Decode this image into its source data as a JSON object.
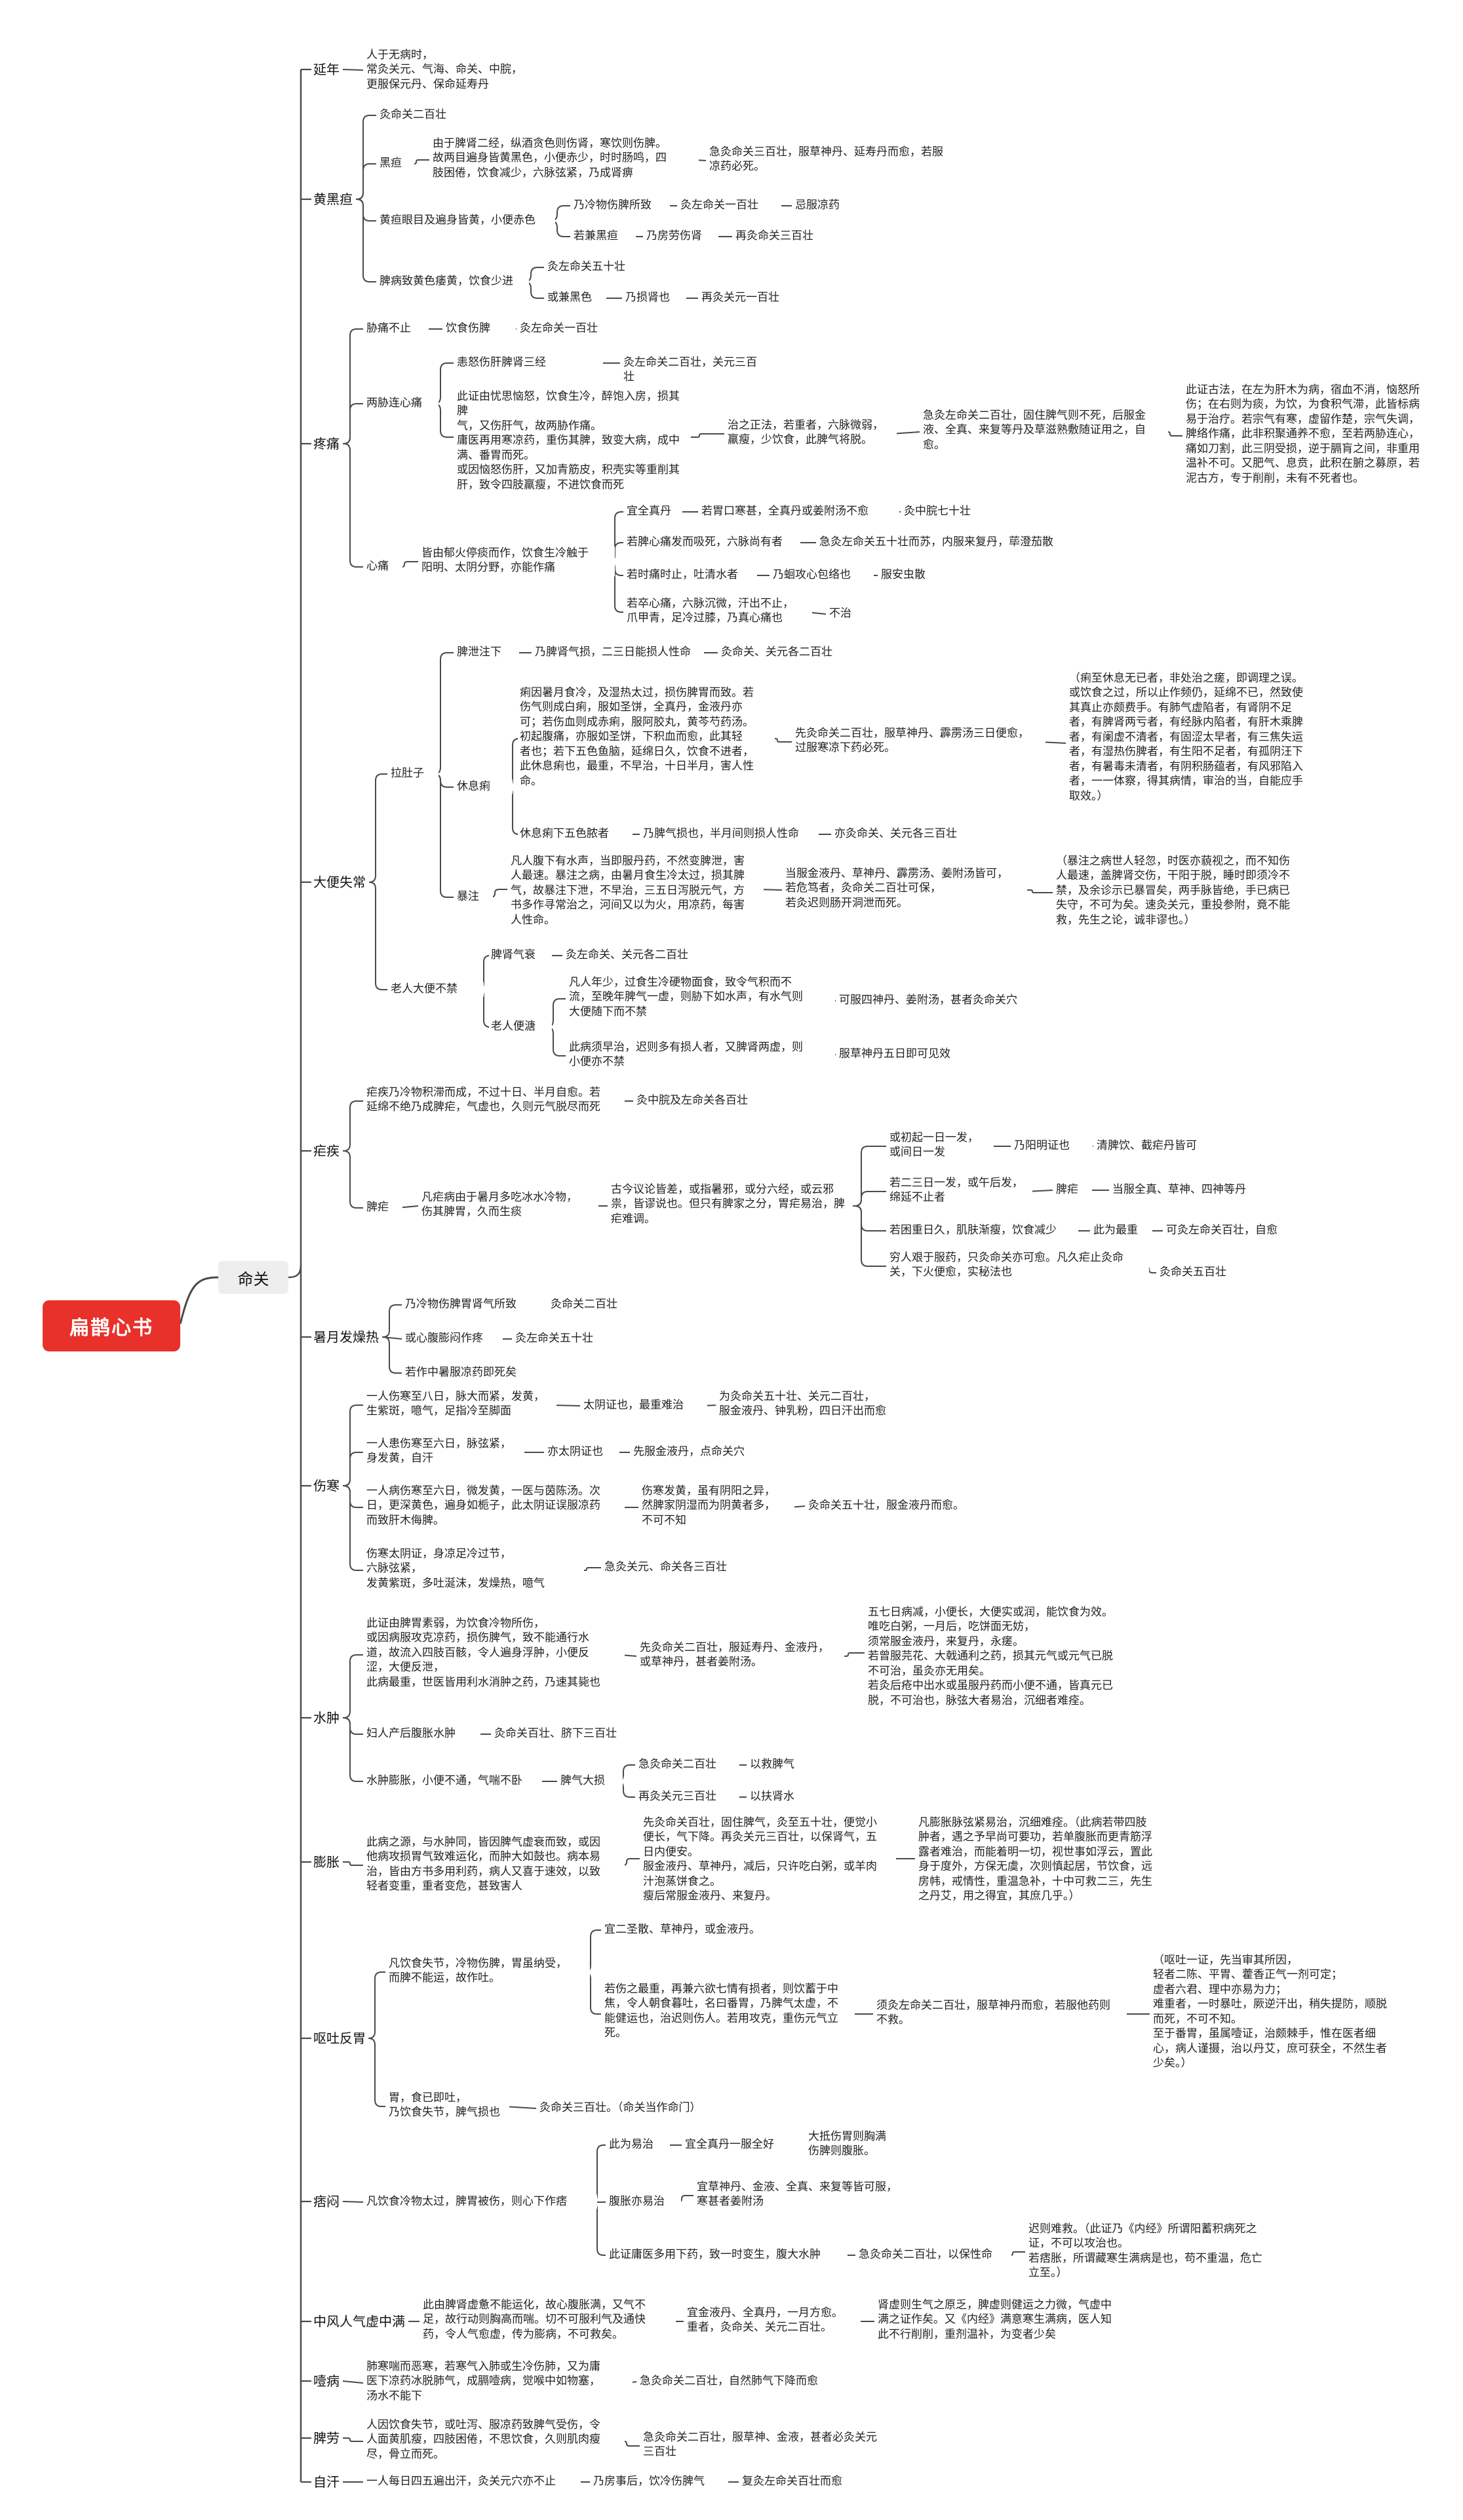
{
  "root": {
    "label": "扁鹊心书"
  },
  "main": {
    "label": "命关"
  },
  "categories": [
    {
      "id": "c1",
      "label": "延年"
    },
    {
      "id": "c2",
      "label": "黄黑疸"
    },
    {
      "id": "c3",
      "label": "疼痛"
    },
    {
      "id": "c4",
      "label": "大便失常"
    },
    {
      "id": "c5",
      "label": "疟疾"
    },
    {
      "id": "c6",
      "label": "暑月发燥热"
    },
    {
      "id": "c7",
      "label": "伤寒"
    },
    {
      "id": "c8",
      "label": "水肿"
    },
    {
      "id": "c9",
      "label": "膨胀"
    },
    {
      "id": "c10",
      "label": "呕吐反胃"
    },
    {
      "id": "c11",
      "label": "痞闷"
    },
    {
      "id": "c12",
      "label": "中风人气虚中满"
    },
    {
      "id": "c13",
      "label": "噎病"
    },
    {
      "id": "c14",
      "label": "脾劳"
    },
    {
      "id": "c15",
      "label": "自汗"
    }
  ],
  "nodes": {
    "n_1": "人于无病时，\n常灸关元、气海、命关、中脘，\n更服保元丹、保命延寿丹",
    "n_2": "灸命关二百壮",
    "n_3": "黑疸",
    "n_4": "由于脾肾二经，纵酒贪色则伤肾，寒饮则伤脾。\n故两目遍身皆黄黑色，小便赤少，时时肠鸣，四\n肢困倦，饮食减少，六脉弦紧，乃成肾痹",
    "n_5": "急灸命关三百壮，服草神丹、延寿丹而愈，若服\n凉药必死。",
    "n_6": "黄疸眼目及遍身皆黄，小便赤色",
    "n_7": "乃冷物伤脾所致",
    "n_8": "灸左命关一百壮",
    "n_9": "忌服凉药",
    "n_10": "若兼黑疸",
    "n_11": "乃房劳伤肾",
    "n_12": "再灸命关三百壮",
    "n_13": "脾病致黄色痿黄，饮食少进",
    "n_14": "灸左命关五十壮",
    "n_15": "或兼黑色",
    "n_16": "乃损肾也",
    "n_17": "再灸关元一百壮",
    "n_18": "胁痛不止",
    "n_19": "饮食伤脾",
    "n_20": "灸左命关一百壮",
    "n_21": "两胁连心痛",
    "n_22": "恚怒伤肝脾肾三经",
    "n_23": "灸左命关二百壮，关元三百壮",
    "n_24": "此证由忧思恼怒，饮食生冷，醉饱入房，损其脾\n气，又伤肝气，故两胁作痛。\n庸医再用寒凉药，重伤其脾，致变大病，成中\n满、番胃而死。\n或因恼怒伤肝，又加青筋皮，积壳实等重削其\n肝，致令四肢羸瘦，不进饮食而死",
    "n_25": "治之正法，若重者，六脉微弱，\n羸瘦，少饮食，此脾气将脱。",
    "n_26": "急灸左命关二百壮，固住脾气则不死，后服金\n液、全真、来复等丹及草滋熟敷随证用之，自\n愈。",
    "n_27": "此证古法，在左为肝木为病，宿血不消，恼怒所\n伤；在右则为痰，为饮，为食积气滞，此皆标病\n易于治疗。若宗气有寒，虚留作楚，宗气失调，\n脾络作痛，此非积聚通养不愈，至若两胁连心，\n痛如刀割，此三阴受损，逆于膈肓之间，非重用\n温补不可。又肥气、息贲，此积在腑之募原，若\n泥古方，专于削削，未有不死者也。",
    "n_28": "心痛",
    "n_29": "皆由郁火停痰而作，饮食生冷触于\n阳明、太阴分野，亦能作痛",
    "n_30": "宜全真丹",
    "n_31": "若胃口寒甚，全真丹或姜附汤不愈",
    "n_32": "灸中脘七十壮",
    "n_33": "若脾心痛发而吸死，六脉尚有者",
    "n_34": "急灸左命关五十壮而苏，内服来复丹，荜澄茄散",
    "n_35": "若时痛时止，吐清水者",
    "n_36": "乃蛔攻心包络也",
    "n_37": "服安虫散",
    "n_38": "若卒心痛，六脉沉微，汗出不止，\n爪甲青，足冷过膝，乃真心痛也",
    "n_39": "不治",
    "n_40": "拉肚子",
    "n_41": "脾泄注下",
    "n_42": "乃脾肾气损，二三日能损人性命",
    "n_43": "灸命关、关元各二百壮",
    "n_44": "休息痢",
    "n_45": "痢因暑月食冷，及湿热太过，损伤脾胃而致。若\n伤气则成白痢，服如圣饼，全真丹，金液丹亦\n可；若伤血则成赤痢，服阿胶丸，黄芩芍药汤。\n初起腹痛，亦服如圣饼，下积血而愈，此其轻\n者也；若下五色鱼脑，延绵日久，饮食不进者，\n此休息痢也，最重，不早治，十日半月，害人性\n命。",
    "n_46": "先灸命关二百壮，服草神丹、霹雳汤三日便愈，\n过服寒凉下药必死。",
    "n_47": "（痢至休息无已者，非处治之瘥，即调理之误。\n或饮食之过，所以止作频仍，延绵不已，然致使\n其真止亦颇费手。有肺气虚陷者，有肾阴不足\n者，有脾肾两亏者，有经脉内陷者，有肝木乘脾\n者，有阑虚不清者，有固涩太早者，有三焦失运\n者，有湿热伤脾者，有生阳不足者，有孤阴汪下\n者，有暑毒未清者，有阴积肠蕴者，有风邪陷入\n者，一一体察，得其病情，审治的当，自能应手\n取效。）",
    "n_48": "休息痢下五色脓者",
    "n_49": "乃脾气损也，半月间则损人性命",
    "n_50": "亦灸命关、关元各三百壮",
    "n_51": "暴注",
    "n_52": "凡人腹下有水声，当即服丹药，不然变脾泄，害\n人最速。暴注之病，由暑月食生冷太过，损其脾\n气，故暴注下泄，不早治，三五日泻脱元气，方\n书多作寻常治之，河间又以为火，用凉药，每害\n人性命。",
    "n_53": "当服金液丹、草神丹、霹雳汤、姜附汤皆可，\n若危笃者，灸命关二百壮可保，\n若灸迟则肠开洞泄而死。",
    "n_54": "（暴注之病世人轻忽，时医亦藐视之，而不知伤\n人最速，盖脾肾交伤，干阳于脱，睡时即须冷不\n禁，及余诊示已暴冒矣，两手脉皆绝，手已病已\n失守，不可为矣。速灸关元，重投参附，竟不能\n救，先生之论，诚非谬也。）",
    "n_55": "老人大便不禁",
    "n_56": "脾肾气衰",
    "n_57": "灸左命关、关元各二百壮",
    "n_58": "老人便溏",
    "n_59": "凡人年少，过食生冷硬物面食，致令气积而不\n流，至晚年脾气一虚，则胁下如水声，有水气则\n大便随下而不禁",
    "n_60": "可服四神丹、姜附汤，甚者灸命关穴",
    "n_61": "此病须早治，迟则多有损人者，又脾肾两虚，则\n小便亦不禁",
    "n_62": "服草神丹五日即可见效",
    "n_63": "疟疾乃冷物积滞而成，不过十日、半月自愈。若\n延绵不绝乃成脾疟，气虚也，久则元气脱尽而死",
    "n_64": "灸中脘及左命关各百壮",
    "n_65": "脾疟",
    "n_66": "凡疟病由于暑月多吃冰水冷物，\n伤其脾胃，久而生痰",
    "n_67": "古今议论皆差，或指暑邪，或分六经，或云邪\n祟，皆谬说也。但只有脾家之分，胃疟易治，脾\n疟难调。",
    "n_68": "或初起一日一发，\n或间日一发",
    "n_69": "乃阳明证也",
    "n_70": "清脾饮、截疟丹皆可",
    "n_71": "若二三日一发，或午后发，\n绵延不止者",
    "n_72": "脾疟",
    "n_73": "当服全真、草神、四神等丹",
    "n_74": "若困重日久，肌肤渐瘦，饮食减少",
    "n_75": "此为最重",
    "n_76": "可灸左命关百壮，自愈",
    "n_77": "穷人艰于服药，只灸命关亦可愈。凡久疟止灸命\n关，下火便愈，实秘法也",
    "n_78": "灸命关五百壮",
    "n_79": "乃冷物伤脾胃肾气所致",
    "n_80": "灸命关二百壮",
    "n_81": "或心腹膨闷作疼",
    "n_82": "灸左命关五十壮",
    "n_83": "若作中暑服凉药即死矣",
    "n_84": "一人伤寒至八日，脉大而紧，发黄，\n生紫斑，噫气，足指冷至脚面",
    "n_85": "太阴证也，最重难治",
    "n_86": "为灸命关五十壮、关元二百壮，\n服金液丹、钟乳粉，四日汗出而愈",
    "n_87": "一人患伤寒至六日，脉弦紧，\n身发黄，自汗",
    "n_88": "亦太阴证也",
    "n_89": "先服金液丹，点命关穴",
    "n_90": "一人病伤寒至六日，微发黄，一医与茵陈汤。次\n日，更深黄色，遍身如栀子，此太阴证误服凉药\n而致肝木侮脾。",
    "n_91": "伤寒发黄，虽有阴阳之异，\n然脾家阴湿而为阴黄者多，\n不可不知",
    "n_92": "灸命关五十壮，服金液丹而愈。",
    "n_93": "伤寒太阴证，身凉足冷过节，\n六脉弦紧，\n发黄紫斑，多吐涎沫，发燥热，噫气",
    "n_94": "急灸关元、命关各三百壮",
    "n_95": "此证由脾胃素弱，为饮食冷物所伤，\n或因病服攻克凉药，损伤脾气，致不能通行水\n道，故流入四肢百骸，令人遍身浮肿，小便反\n涩，大便反泄，\n此病最重，世医皆用利水消肿之药，乃速其毙也",
    "n_96": "先灸命关二百壮，服延寿丹、金液丹，\n或草神丹，甚者姜附汤。",
    "n_97": "五七日病减，小便长，大便实或润，能饮食为效。\n唯吃白粥，一月后，吃饼面无妨，\n须常服金液丹，来复丹，永瘥。\n若曾服芫花、大戟通利之药，损其元气或元气已脱\n不可治，虽灸亦无用矣。\n若灸后疮中出水或虽服丹药而小便不通，皆真元已\n脱，不可治也，脉弦大者易治，沉细者难痊。",
    "n_98": "妇人产后腹胀水肿",
    "n_99": "灸命关百壮、脐下三百壮",
    "n_100": "水肿膨胀，小便不通，气喘不卧",
    "n_101": "脾气大损",
    "n_102": "急灸命关二百壮",
    "n_103": "以救脾气",
    "n_104": "再灸关元三百壮",
    "n_105": "以扶肾水",
    "n_106": "此病之源，与水肿同，皆因脾气虚衰而致，或因\n他病攻损胃气致难运化，而肿大如鼓也。病本易\n治，皆由方书多用利药，病人又喜于速效，以致\n轻者变重，重者变危，甚致害人",
    "n_107": "先灸命关百壮，固住脾气，灸至五十壮，便觉小\n便长，气下降。再灸关元三百壮，以保肾气，五\n日内便安。\n服金液丹、草神丹，减后，只许吃白粥，或羊肉\n汁泡蒸饼食之。\n瘦后常服金液丹、来复丹。",
    "n_108": "凡膨胀脉弦紧易治，沉细难痊。（此病若带四肢\n肿者，遇之予早尚可要功，若单腹胀而更青筋浮\n露者难治，而能着明一切，视世事如浮云，置此\n身于度外，方保无虞，次则慎起居，节饮食，远\n房帏，戒情性，重温急补，十中可救二三，先生\n之丹艾，用之得宜，其庶几乎。）",
    "n_109": "凡饮食失节，冷物伤脾，胃虽纳受，\n而脾不能运，故作吐。",
    "n_110": "宜二圣散、草神丹，或金液丹。",
    "n_111": "若伤之最重，再兼六欲七情有损者，则饮蓄于中\n焦，令人朝食暮吐，名曰番胃，乃脾气太虚，不\n能健运也，治迟则伤人。若用攻克，重伤元气立\n死。",
    "n_112": "须灸左命关二百壮，服草神丹而愈，若服他药则\n不救。",
    "n_113": "（呕吐一证，先当审其所因，\n轻者二陈、平胃、藿香正气一剂可定；\n虚者六君、理中亦易为力；\n难重者，一时暴吐，厥逆汗出，稍失提防，顺脱\n而死，不可不知。\n至于番胃，虽属噎证，治颇棘手，惟在医者细\n心，病人谨摄，治以丹艾，庶可获全，不然生者\n少矣。）",
    "n_114": "胃，食已即吐，\n乃饮食失节，脾气损也",
    "n_115": "灸命关三百壮。（命关当作命门）",
    "n_116": "凡饮食冷物太过，脾胃被伤，则心下作痞",
    "n_117": "此为易治",
    "n_118": "宜全真丹一服全好",
    "n_119": "大抵伤胃则胸满\n伤脾则腹胀。",
    "n_120": "腹胀亦易治",
    "n_121": "宜草神丹、金液、全真、来复等皆可服，\n寒甚者姜附汤",
    "n_122": "此证庸医多用下药，致一时变生，腹大水肿",
    "n_123": "急灸命关二百壮，以保性命",
    "n_124": "迟则难救。（此证乃《内经》所谓阳蓄积病死之\n证，不可以攻治也。\n若痞胀，所谓藏寒生满病是也，苟不重温，危亡\n立至。）",
    "n_125": "此由脾肾虚惫不能运化，故心腹胀满，又气不\n足，故行动则胸高而喘。切不可服利气及通快\n药，令人气愈虚，传为膨病，不可救矣。",
    "n_126": "宜金液丹、全真丹，一月方愈。\n重者，灸命关、关元二百壮。",
    "n_127": "肾虚则生气之原乏，脾虚则健运之力微，气虚中\n满之证作矣。又《内经》满意寒生满病，医人知\n此不行削削，重剂温补，为变者少矣",
    "n_128": "肺寒喘而恶寒，若寒气入肺或生冷伤肺，又为庸\n医下凉药冰脱肺气，成膈噎病，觉喉中如物塞，\n汤水不能下",
    "n_129": "急灸命关二百壮，自然肺气下降而愈",
    "n_130": "人因饮食失节，或吐泻、服凉药致脾气受伤，令\n人面黄肌瘦，四肢困倦，不思饮食，久则肌肉瘦\n尽，骨立而死。",
    "n_131": "急灸命关二百壮，服草神、金液，甚者必灸关元\n三百壮",
    "n_132": "一人每日四五遍出汗，灸关元穴亦不止",
    "n_133": "乃房事后，饮冷伤脾气",
    "n_134": "复灸左命关百壮而愈"
  }
}
